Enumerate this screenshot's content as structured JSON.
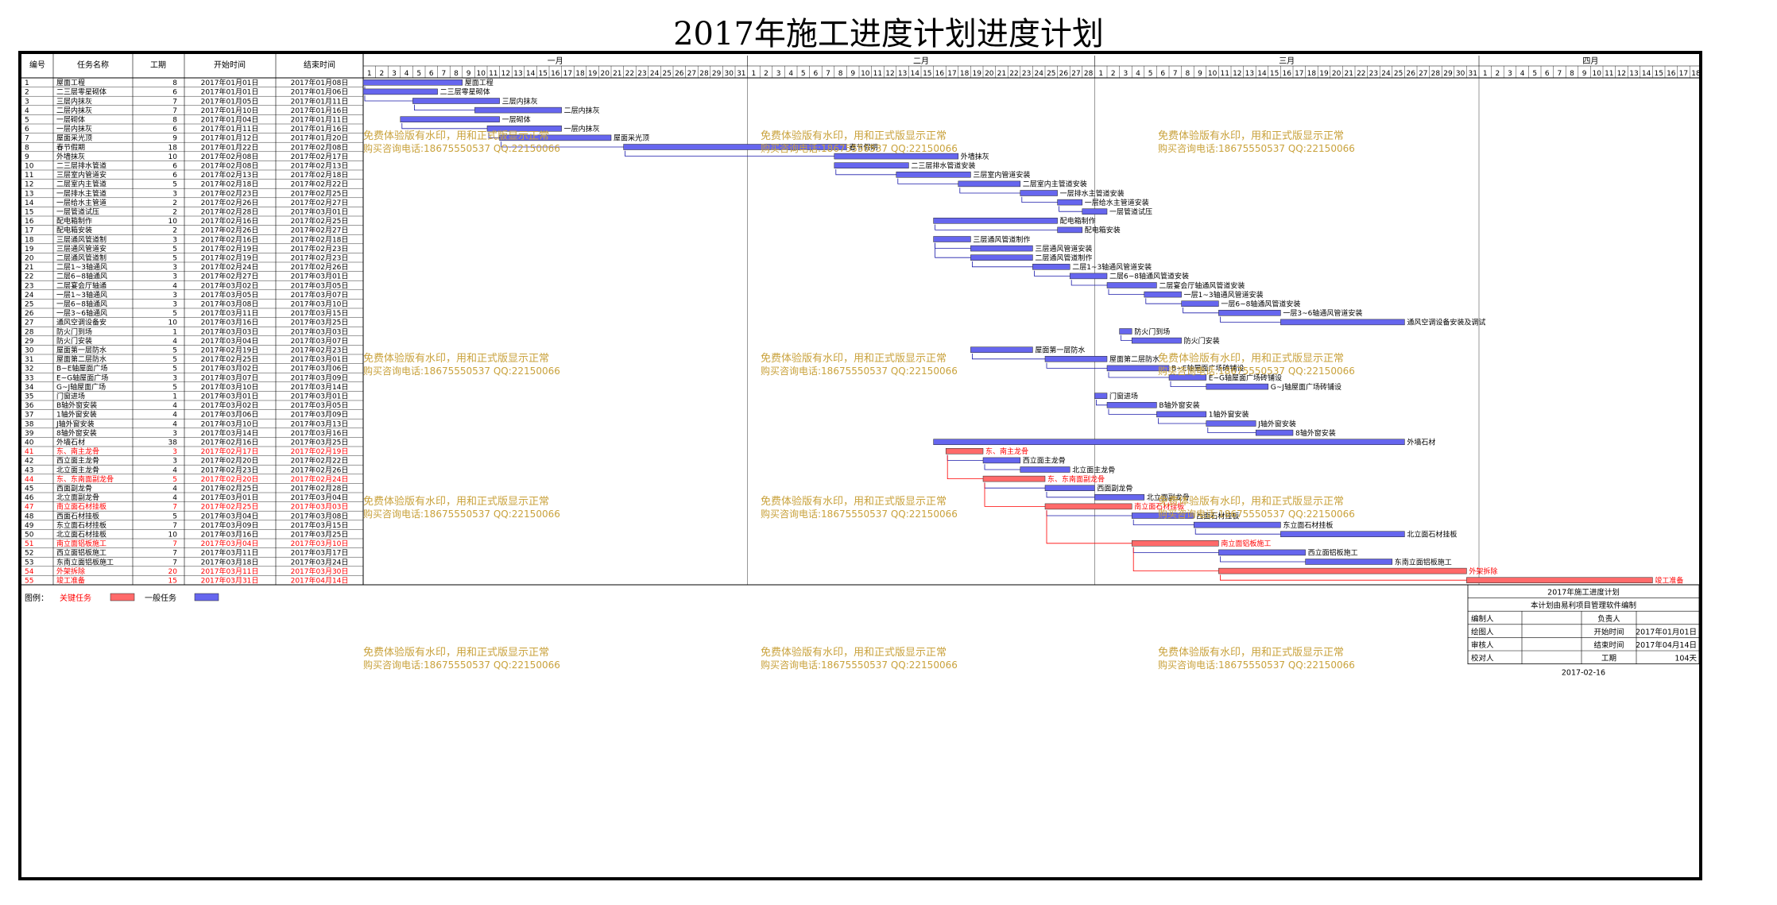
{
  "title": "2017年施工进度计划进度计划",
  "headers": {
    "id": "编号",
    "name": "任务名称",
    "duration": "工期",
    "start": "开始时间",
    "end": "结束时间"
  },
  "months": [
    {
      "label": "一月",
      "days": 31
    },
    {
      "label": "二月",
      "days": 28
    },
    {
      "label": "三月",
      "days": 31
    },
    {
      "label": "四月",
      "days": 18
    }
  ],
  "watermark": {
    "line1": "免费体验版有水印，用和正式版显示正常",
    "line2": "购买咨询电话:18675550537 QQ:22150066",
    "color": "#c9a23c"
  },
  "colors": {
    "critical": "#ff6a6a",
    "normal": "#6666ee",
    "critical_text": "#ff0000",
    "link": "#1a1aaa"
  },
  "legend": {
    "prefix": "图例：",
    "critical": "关键任务",
    "normal": "一般任务"
  },
  "footer": {
    "title": "2017年施工进度计划",
    "subtitle": "本计划由易利项目管理软件编制",
    "rows": [
      [
        "编制人",
        "",
        "负责人",
        ""
      ],
      [
        "绘图人",
        "",
        "开始时间",
        "2017年01月01日"
      ],
      [
        "审核人",
        "",
        "结束时间",
        "2017年04月14日"
      ],
      [
        "校对人",
        "",
        "工期",
        "104天"
      ]
    ],
    "date": "2017-02-16"
  },
  "chart_data": {
    "type": "gantt",
    "x_axis": {
      "start": "2017-01-01",
      "end": "2017-04-18",
      "unit": "day"
    },
    "tasks": [
      {
        "id": "1",
        "name": "屋面工程",
        "duration": 8,
        "start": "2017年01月01日",
        "end": "2017年01月08日",
        "critical": false,
        "bar_label": "屋面工程"
      },
      {
        "id": "2",
        "name": "二三层零星砌体",
        "duration": 6,
        "start": "2017年01月01日",
        "end": "2017年01月06日",
        "critical": false,
        "bar_label": "二三层零星砌体"
      },
      {
        "id": "3",
        "name": "三层内抹灰",
        "duration": 7,
        "start": "2017年01月05日",
        "end": "2017年01月11日",
        "critical": false,
        "bar_label": "三层内抹灰"
      },
      {
        "id": "4",
        "name": "二层内抹灰",
        "duration": 7,
        "start": "2017年01月10日",
        "end": "2017年01月16日",
        "critical": false,
        "bar_label": "二层内抹灰"
      },
      {
        "id": "5",
        "name": "一层砌体",
        "duration": 8,
        "start": "2017年01月04日",
        "end": "2017年01月11日",
        "critical": false,
        "bar_label": "一层砌体"
      },
      {
        "id": "6",
        "name": "一层内抹灰",
        "duration": 6,
        "start": "2017年01月11日",
        "end": "2017年01月16日",
        "critical": false,
        "bar_label": "一层内抹灰"
      },
      {
        "id": "7",
        "name": "屋面采光顶",
        "duration": 9,
        "start": "2017年01月12日",
        "end": "2017年01月20日",
        "critical": false,
        "bar_label": "屋面采光顶"
      },
      {
        "id": "8",
        "name": "春节假期",
        "duration": 18,
        "start": "2017年01月22日",
        "end": "2017年02月08日",
        "critical": false,
        "bar_label": "春节假期"
      },
      {
        "id": "9",
        "name": "外墙抹灰",
        "duration": 10,
        "start": "2017年02月08日",
        "end": "2017年02月17日",
        "critical": false,
        "bar_label": "外墙抹灰"
      },
      {
        "id": "10",
        "name": "二三层排水管道",
        "duration": 6,
        "start": "2017年02月08日",
        "end": "2017年02月13日",
        "critical": false,
        "bar_label": "二三层排水管道安装"
      },
      {
        "id": "11",
        "name": "三层室内管道安",
        "duration": 6,
        "start": "2017年02月13日",
        "end": "2017年02月18日",
        "critical": false,
        "bar_label": "三层室内管道安装"
      },
      {
        "id": "12",
        "name": "二层室内主管道",
        "duration": 5,
        "start": "2017年02月18日",
        "end": "2017年02月22日",
        "critical": false,
        "bar_label": "二层室内主管道安装"
      },
      {
        "id": "13",
        "name": "一层排水主管道",
        "duration": 3,
        "start": "2017年02月23日",
        "end": "2017年02月25日",
        "critical": false,
        "bar_label": "一层排水主管道安装"
      },
      {
        "id": "14",
        "name": "一层给水主管道",
        "duration": 2,
        "start": "2017年02月26日",
        "end": "2017年02月27日",
        "critical": false,
        "bar_label": "一层给水主管道安装"
      },
      {
        "id": "15",
        "name": "一层管道试压",
        "duration": 2,
        "start": "2017年02月28日",
        "end": "2017年03月01日",
        "critical": false,
        "bar_label": "一层管道试压"
      },
      {
        "id": "16",
        "name": "配电箱制作",
        "duration": 10,
        "start": "2017年02月16日",
        "end": "2017年02月25日",
        "critical": false,
        "bar_label": "配电箱制作"
      },
      {
        "id": "17",
        "name": "配电箱安装",
        "duration": 2,
        "start": "2017年02月26日",
        "end": "2017年02月27日",
        "critical": false,
        "bar_label": "配电箱安装"
      },
      {
        "id": "18",
        "name": "三层通风管道制",
        "duration": 3,
        "start": "2017年02月16日",
        "end": "2017年02月18日",
        "critical": false,
        "bar_label": "三层通风管道制作"
      },
      {
        "id": "19",
        "name": "三层通风管道安",
        "duration": 5,
        "start": "2017年02月19日",
        "end": "2017年02月23日",
        "critical": false,
        "bar_label": "三层通风管道安装"
      },
      {
        "id": "20",
        "name": "二层通风管道制",
        "duration": 5,
        "start": "2017年02月19日",
        "end": "2017年02月23日",
        "critical": false,
        "bar_label": "二层通风管道制作"
      },
      {
        "id": "21",
        "name": "二层1~3轴通风",
        "duration": 3,
        "start": "2017年02月24日",
        "end": "2017年02月26日",
        "critical": false,
        "bar_label": "二层1~3轴通风管道安装"
      },
      {
        "id": "22",
        "name": "二层6~8轴通风",
        "duration": 3,
        "start": "2017年02月27日",
        "end": "2017年03月01日",
        "critical": false,
        "bar_label": "二层6~8轴通风管道安装"
      },
      {
        "id": "23",
        "name": "二层宴会厅轴通",
        "duration": 4,
        "start": "2017年03月02日",
        "end": "2017年03月05日",
        "critical": false,
        "bar_label": "二层宴会厅轴通风管道安装"
      },
      {
        "id": "24",
        "name": "一层1~3轴通风",
        "duration": 3,
        "start": "2017年03月05日",
        "end": "2017年03月07日",
        "critical": false,
        "bar_label": "一层1~3轴通风管道安装"
      },
      {
        "id": "25",
        "name": "一层6~8轴通风",
        "duration": 3,
        "start": "2017年03月08日",
        "end": "2017年03月10日",
        "critical": false,
        "bar_label": "一层6~8轴通风管道安装"
      },
      {
        "id": "26",
        "name": "一层3~6轴通风",
        "duration": 5,
        "start": "2017年03月11日",
        "end": "2017年03月15日",
        "critical": false,
        "bar_label": "一层3~6轴通风管道安装"
      },
      {
        "id": "27",
        "name": "通风空调设备安",
        "duration": 10,
        "start": "2017年03月16日",
        "end": "2017年03月25日",
        "critical": false,
        "bar_label": "通风空调设备安装及调试"
      },
      {
        "id": "28",
        "name": "防火门到场",
        "duration": 1,
        "start": "2017年03月03日",
        "end": "2017年03月03日",
        "critical": false,
        "bar_label": "防火门到场"
      },
      {
        "id": "29",
        "name": "防火门安装",
        "duration": 4,
        "start": "2017年03月04日",
        "end": "2017年03月07日",
        "critical": false,
        "bar_label": "防火门安装"
      },
      {
        "id": "30",
        "name": "屋面第一层防水",
        "duration": 5,
        "start": "2017年02月19日",
        "end": "2017年02月23日",
        "critical": false,
        "bar_label": "屋面第一层防水"
      },
      {
        "id": "31",
        "name": "屋面第二层防水",
        "duration": 5,
        "start": "2017年02月25日",
        "end": "2017年03月01日",
        "critical": false,
        "bar_label": "屋面第二层防水"
      },
      {
        "id": "32",
        "name": "B~E轴屋面广场",
        "duration": 5,
        "start": "2017年03月02日",
        "end": "2017年03月06日",
        "critical": false,
        "bar_label": "B~E轴屋面广场砖铺设"
      },
      {
        "id": "33",
        "name": "E~G轴屋面广场",
        "duration": 3,
        "start": "2017年03月07日",
        "end": "2017年03月09日",
        "critical": false,
        "bar_label": "E~G轴屋面广场砖铺设"
      },
      {
        "id": "34",
        "name": "G~J轴屋面广场",
        "duration": 5,
        "start": "2017年03月10日",
        "end": "2017年03月14日",
        "critical": false,
        "bar_label": "G~J轴屋面广场砖铺设"
      },
      {
        "id": "35",
        "name": "门窗进场",
        "duration": 1,
        "start": "2017年03月01日",
        "end": "2017年03月01日",
        "critical": false,
        "bar_label": "门窗进场"
      },
      {
        "id": "36",
        "name": "B轴外窗安装",
        "duration": 4,
        "start": "2017年03月02日",
        "end": "2017年03月05日",
        "critical": false,
        "bar_label": "B轴外窗安装"
      },
      {
        "id": "37",
        "name": "1轴外窗安装",
        "duration": 4,
        "start": "2017年03月06日",
        "end": "2017年03月09日",
        "critical": false,
        "bar_label": "1轴外窗安装"
      },
      {
        "id": "38",
        "name": "J轴外窗安装",
        "duration": 4,
        "start": "2017年03月10日",
        "end": "2017年03月13日",
        "critical": false,
        "bar_label": "J轴外窗安装"
      },
      {
        "id": "39",
        "name": "8轴外窗安装",
        "duration": 3,
        "start": "2017年03月14日",
        "end": "2017年03月16日",
        "critical": false,
        "bar_label": "8轴外窗安装"
      },
      {
        "id": "40",
        "name": "外墙石材",
        "duration": 38,
        "start": "2017年02月16日",
        "end": "2017年03月25日",
        "critical": false,
        "bar_label": "外墙石材"
      },
      {
        "id": "41",
        "name": "东、南主龙骨",
        "duration": 3,
        "start": "2017年02月17日",
        "end": "2017年02月19日",
        "critical": true,
        "bar_label": "东、南主龙骨"
      },
      {
        "id": "42",
        "name": "西立面主龙骨",
        "duration": 3,
        "start": "2017年02月20日",
        "end": "2017年02月22日",
        "critical": false,
        "bar_label": "西立面主龙骨"
      },
      {
        "id": "43",
        "name": "北立面主龙骨",
        "duration": 4,
        "start": "2017年02月23日",
        "end": "2017年02月26日",
        "critical": false,
        "bar_label": "北立面主龙骨"
      },
      {
        "id": "44",
        "name": "东、东南面副龙骨",
        "duration": 5,
        "start": "2017年02月20日",
        "end": "2017年02月24日",
        "critical": true,
        "bar_label": "东、东南面副龙骨"
      },
      {
        "id": "45",
        "name": "西面副龙骨",
        "duration": 4,
        "start": "2017年02月25日",
        "end": "2017年02月28日",
        "critical": false,
        "bar_label": "西面副龙骨"
      },
      {
        "id": "46",
        "name": "北立面副龙骨",
        "duration": 4,
        "start": "2017年03月01日",
        "end": "2017年03月04日",
        "critical": false,
        "bar_label": "北立面副龙骨"
      },
      {
        "id": "47",
        "name": "南立面石材挂板",
        "duration": 7,
        "start": "2017年02月25日",
        "end": "2017年03月03日",
        "critical": true,
        "bar_label": "南立面石材挂板"
      },
      {
        "id": "48",
        "name": "西面石材挂板",
        "duration": 5,
        "start": "2017年03月04日",
        "end": "2017年03月08日",
        "critical": false,
        "bar_label": "西面石材挂板"
      },
      {
        "id": "49",
        "name": "东立面石材挂板",
        "duration": 7,
        "start": "2017年03月09日",
        "end": "2017年03月15日",
        "critical": false,
        "bar_label": "东立面石材挂板"
      },
      {
        "id": "50",
        "name": "北立面石材挂板",
        "duration": 10,
        "start": "2017年03月16日",
        "end": "2017年03月25日",
        "critical": false,
        "bar_label": "北立面石材挂板"
      },
      {
        "id": "51",
        "name": "南立面铝板施工",
        "duration": 7,
        "start": "2017年03月04日",
        "end": "2017年03月10日",
        "critical": true,
        "bar_label": "南立面铝板施工"
      },
      {
        "id": "52",
        "name": "西立面铝板施工",
        "duration": 7,
        "start": "2017年03月11日",
        "end": "2017年03月17日",
        "critical": false,
        "bar_label": "西立面铝板施工"
      },
      {
        "id": "53",
        "name": "东南立面铝板施工",
        "duration": 7,
        "start": "2017年03月18日",
        "end": "2017年03月24日",
        "critical": false,
        "bar_label": "东南立面铝板施工"
      },
      {
        "id": "54",
        "name": "外架拆除",
        "duration": 20,
        "start": "2017年03月11日",
        "end": "2017年03月30日",
        "critical": true,
        "bar_label": "外架拆除"
      },
      {
        "id": "55",
        "name": "竣工准备",
        "duration": 15,
        "start": "2017年03月31日",
        "end": "2017年04月14日",
        "critical": true,
        "bar_label": "竣工准备"
      }
    ],
    "links": [
      [
        1,
        2
      ],
      [
        2,
        3
      ],
      [
        3,
        4
      ],
      [
        5,
        6
      ],
      [
        6,
        7
      ],
      [
        7,
        8
      ],
      [
        8,
        9
      ],
      [
        10,
        11
      ],
      [
        11,
        12
      ],
      [
        12,
        13
      ],
      [
        13,
        14
      ],
      [
        14,
        15
      ],
      [
        16,
        17
      ],
      [
        18,
        19
      ],
      [
        18,
        20
      ],
      [
        20,
        21
      ],
      [
        21,
        22
      ],
      [
        22,
        23
      ],
      [
        23,
        24
      ],
      [
        24,
        25
      ],
      [
        25,
        26
      ],
      [
        26,
        27
      ],
      [
        28,
        29
      ],
      [
        30,
        31
      ],
      [
        31,
        32
      ],
      [
        32,
        33
      ],
      [
        33,
        34
      ],
      [
        35,
        36
      ],
      [
        36,
        37
      ],
      [
        37,
        38
      ],
      [
        38,
        39
      ],
      [
        41,
        42
      ],
      [
        41,
        44
      ],
      [
        42,
        43
      ],
      [
        44,
        45
      ],
      [
        45,
        46
      ],
      [
        44,
        47
      ],
      [
        47,
        48
      ],
      [
        48,
        49
      ],
      [
        49,
        50
      ],
      [
        47,
        51
      ],
      [
        51,
        52
      ],
      [
        52,
        53
      ],
      [
        51,
        54
      ],
      [
        54,
        55
      ]
    ]
  }
}
